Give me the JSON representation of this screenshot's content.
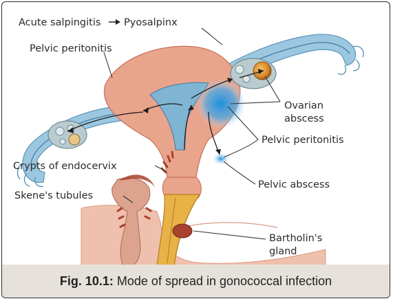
{
  "labels": {
    "acute_salpingitis": "Acute salpingitis",
    "pyosalpinx": "Pyosalpinx",
    "pelvic_peritonitis_top": "Pelvic peritonitis",
    "ovarian_abscess_1": "Ovarian",
    "ovarian_abscess_2": "abscess",
    "pelvic_peritonitis_right": "Pelvic peritonitis",
    "crypts_of_endocervix": "Crypts of endocervix",
    "pelvic_abscess": "Pelvic abscess",
    "skenes_tubules": "Skene's tubules",
    "bartholins_gland_1": "Bartholin's",
    "bartholins_gland_2": "gland"
  },
  "caption": {
    "number": "Fig. 10.1:",
    "text": "Mode of spread in gonococcal infection"
  },
  "colors": {
    "tissue": "#e9a48c",
    "tissue_dark": "#c97561",
    "tube_blue": "#7fb4d3",
    "abscess_blue": "#1f8fdc",
    "ovary": "#b9cbcf",
    "gland": "#a8412d",
    "lumen": "#e8b247",
    "caption_bg": "#e7e1dc"
  }
}
